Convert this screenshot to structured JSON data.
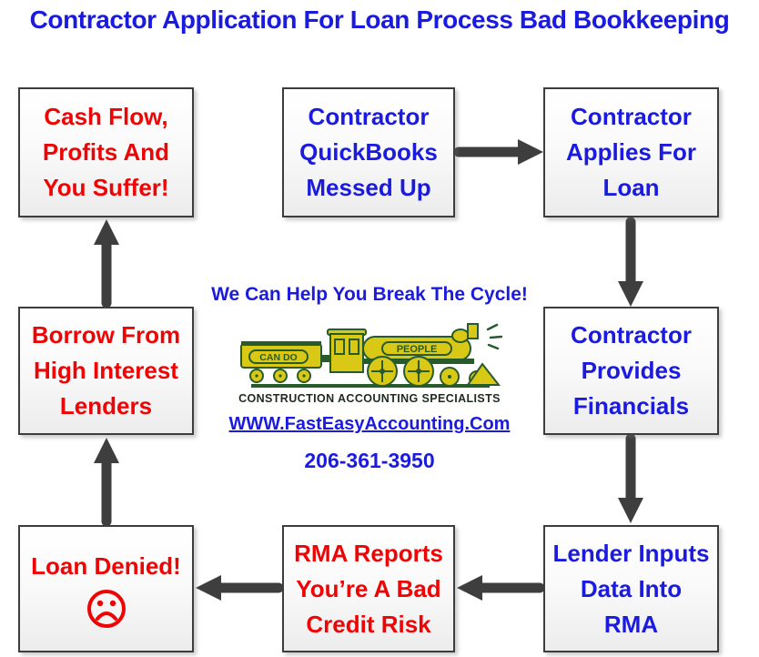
{
  "title": "Contractor Application For Loan Process Bad Bookkeeping",
  "colors": {
    "blue_text": "#1b1be0",
    "red_text": "#ee0404",
    "arrow_gray": "#3e3e3e",
    "train_yellow": "#d9c916",
    "train_green": "#275b2a"
  },
  "boxes": {
    "quickbooks": {
      "text": "Contractor\nQuickBooks\nMessed Up"
    },
    "applies": {
      "text": "Contractor\nApplies For\nLoan"
    },
    "financials": {
      "text": "Contractor\nProvides\nFinancials"
    },
    "lender_inputs": {
      "text": "Lender Inputs\nData Into\nRMA"
    },
    "rma_reports": {
      "text": "RMA Reports\nYou’re A Bad\nCredit Risk"
    },
    "loan_denied": {
      "text": "Loan Denied!"
    },
    "borrow": {
      "text": "Borrow From\nHigh Interest\nLenders"
    },
    "cash_flow": {
      "text": "Cash Flow,\nProfits And\nYou Suffer!"
    }
  },
  "center": {
    "tagline": "We Can Help You Break The Cycle!",
    "logo": {
      "tender_label": "CAN DO",
      "boiler_label": "PEOPLE",
      "caption": "CONSTRUCTION ACCOUNTING SPECIALISTS"
    },
    "website": "WWW.FastEasyAccounting.Com",
    "phone": "206-361-3950"
  }
}
